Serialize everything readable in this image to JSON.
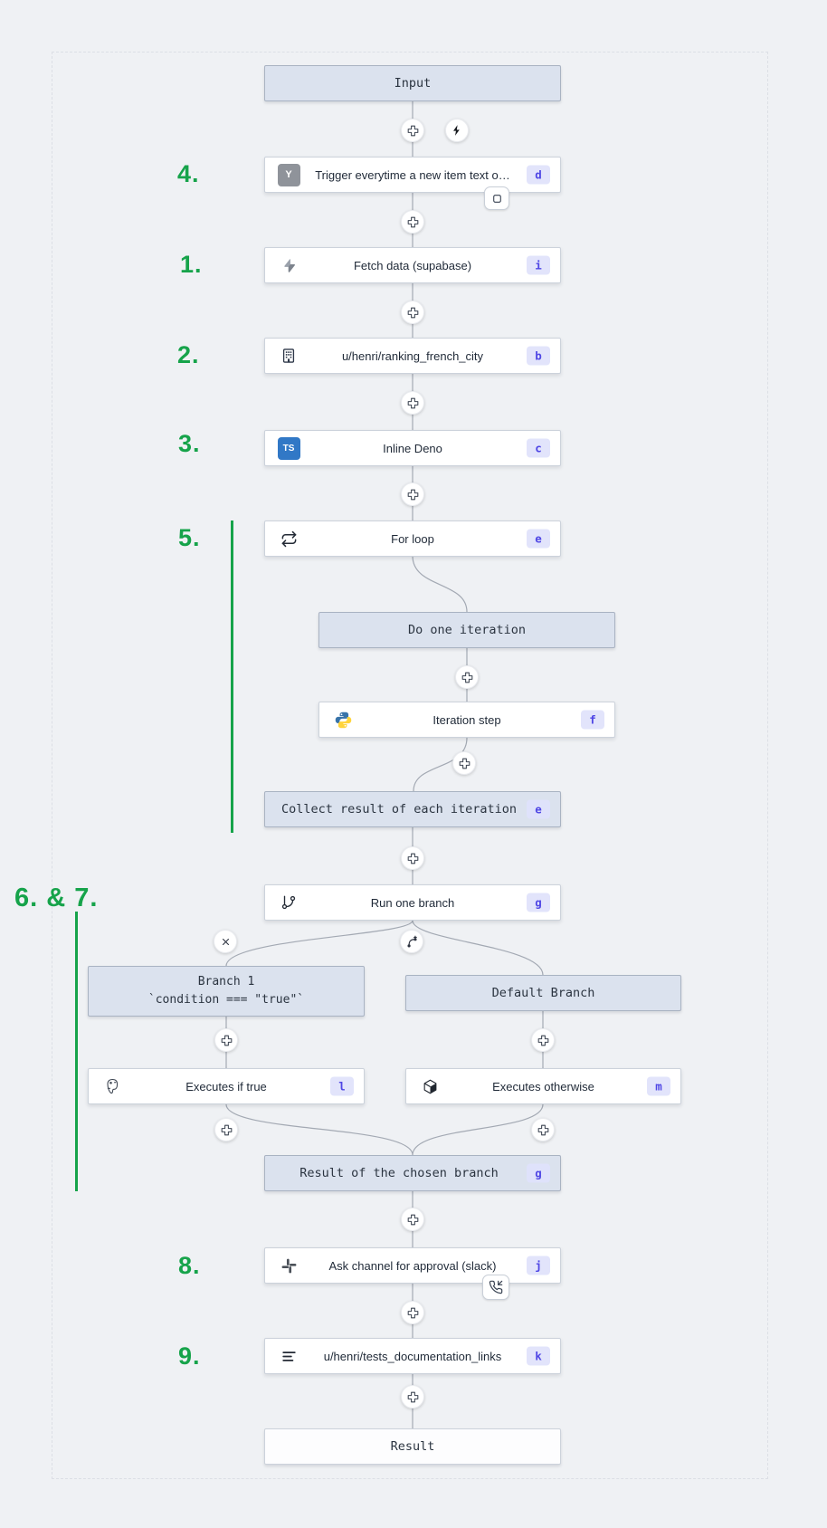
{
  "colors": {
    "accent_green": "#16a34a",
    "badge_bg": "#e2e4fb",
    "badge_text": "#4f46e5",
    "label_box_bg": "#dbe2ee",
    "node_bg": "#ffffff",
    "edge": "#a3a9b3",
    "typescript_blue": "#3178c6",
    "python_blue": "#3873a9",
    "python_yellow": "#ffd43b"
  },
  "annotations": {
    "n4": "4.",
    "n1": "1.",
    "n2": "2.",
    "n3": "3.",
    "n5": "5.",
    "n6_7": "6. & 7.",
    "n8": "8.",
    "n9": "9."
  },
  "nodes": {
    "input": {
      "label": "Input"
    },
    "trigger": {
      "label": "Trigger everytime a new item text o…",
      "badge": "d",
      "icon": "hacker-news",
      "icon_text": "Y"
    },
    "fetch": {
      "label": "Fetch data (supabase)",
      "badge": "i",
      "icon": "supabase-bolt"
    },
    "ranking": {
      "label": "u/henri/ranking_french_city",
      "badge": "b",
      "icon": "building"
    },
    "deno": {
      "label": "Inline Deno",
      "badge": "c",
      "icon": "typescript",
      "icon_text": "TS"
    },
    "forloop": {
      "label": "For loop",
      "badge": "e",
      "icon": "repeat-loop"
    },
    "do_one_iteration": {
      "label": "Do one iteration"
    },
    "iteration_step": {
      "label": "Iteration step",
      "badge": "f",
      "icon": "python"
    },
    "collect": {
      "label": "Collect result of each iteration",
      "badge": "e"
    },
    "run_one_branch": {
      "label": "Run one branch",
      "badge": "g",
      "icon": "git-branch"
    },
    "branch1": {
      "title": "Branch 1",
      "condition": "`condition === \"true\"`"
    },
    "default_branch": {
      "label": "Default Branch"
    },
    "executes_if_true": {
      "label": "Executes if true",
      "badge": "l",
      "icon": "postgresql"
    },
    "executes_otherwise": {
      "label": "Executes otherwise",
      "badge": "m",
      "icon": "cube"
    },
    "result_chosen": {
      "label": "Result of the chosen branch",
      "badge": "g"
    },
    "ask_approval": {
      "label": "Ask channel for approval (slack)",
      "badge": "j",
      "icon": "slack"
    },
    "docs_links": {
      "label": "u/henri/tests_documentation_links",
      "badge": "k",
      "icon": "text-lines"
    },
    "result": {
      "label": "Result"
    }
  }
}
